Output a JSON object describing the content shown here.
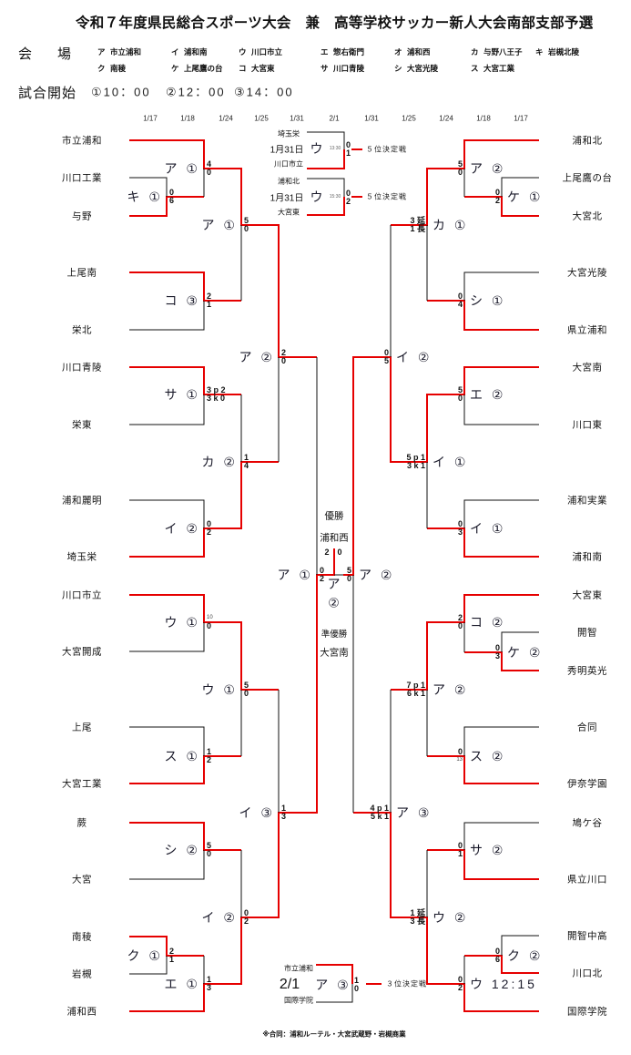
{
  "title": "令和７年度県民総合スポーツ大会　兼　高等学校サッカー新人大会南部支部予選",
  "venue_label": "会場",
  "venues": [
    {
      "code": "ア",
      "name": "市立浦和"
    },
    {
      "code": "イ",
      "name": "浦和南"
    },
    {
      "code": "ウ",
      "name": "川口市立"
    },
    {
      "code": "エ",
      "name": "惣右衛門"
    },
    {
      "code": "オ",
      "name": "浦和西"
    },
    {
      "code": "カ",
      "name": "与野八王子"
    },
    {
      "code": "キ",
      "name": "岩槻北陵"
    },
    {
      "code": "ク",
      "name": "南稜"
    },
    {
      "code": "ケ",
      "name": "上尾鷹の台"
    },
    {
      "code": "コ",
      "name": "大宮東"
    },
    {
      "code": "サ",
      "name": "川口青陵"
    },
    {
      "code": "シ",
      "name": "大宮光陵"
    },
    {
      "code": "ス",
      "name": "大宮工業"
    }
  ],
  "start_label": "試合開始",
  "start_times": [
    "①10：00",
    "②12：00",
    "③14：00"
  ],
  "dates": [
    "1/17",
    "1/18",
    "1/24",
    "1/25",
    "1/31",
    "2/1",
    "1/31",
    "1/25",
    "1/24",
    "1/18",
    "1/17"
  ],
  "bracket": {
    "left_teams": [
      "市立浦和",
      "川口工業",
      "与野",
      "上尾南",
      "栄北",
      "川口青陵",
      "栄東",
      "浦和麗明",
      "埼玉栄",
      "川口市立",
      "大宮開成",
      "上尾",
      "大宮工業",
      "蕨",
      "大宮",
      "南稜",
      "岩槻",
      "浦和西"
    ],
    "right_teams": [
      "浦和北",
      "上尾鷹の台",
      "大宮北",
      "大宮光陵",
      "県立浦和",
      "大宮南",
      "川口東",
      "浦和実業",
      "浦和南",
      "大宮東",
      "開智",
      "秀明英光",
      "合同",
      "伊奈学園",
      "鳩ケ谷",
      "県立川口",
      "開智中高",
      "川口北",
      "国際学院"
    ],
    "left_matches": [
      {
        "label": "キ ①",
        "score_top": "0",
        "score_bottom": "6"
      },
      {
        "label": "ア ①",
        "score_top": "4",
        "score_bottom": "0"
      },
      {
        "label": "コ ③",
        "score_top": "2",
        "score_bottom": "1"
      },
      {
        "label": "ア ①",
        "score_top": "5",
        "score_bottom": "0"
      },
      {
        "label": "サ ①",
        "score_top": "3 p 2",
        "score_bottom": "3 k 0"
      },
      {
        "label": "イ ②",
        "score_top": "0",
        "score_bottom": "2"
      },
      {
        "label": "カ ②",
        "score_top": "1",
        "score_bottom": "4"
      },
      {
        "label": "ア ②",
        "score_top": "2",
        "score_bottom": "0"
      },
      {
        "label": "ウ ①",
        "score_top": "10",
        "score_bottom": "0"
      },
      {
        "label": "ス ①",
        "score_top": "1",
        "score_bottom": "2"
      },
      {
        "label": "ウ ①",
        "score_top": "5",
        "score_bottom": "0"
      },
      {
        "label": "シ ②",
        "score_top": "5",
        "score_bottom": "0"
      },
      {
        "label": "ク ①",
        "score_top": "2",
        "score_bottom": "1"
      },
      {
        "label": "エ ①",
        "score_top": "1",
        "score_bottom": "3"
      },
      {
        "label": "イ ②",
        "score_top": "0",
        "score_bottom": "2"
      },
      {
        "label": "イ ③",
        "score_top": "1",
        "score_bottom": "3"
      },
      {
        "label": "ア ①",
        "score_top": "0",
        "score_bottom": "2"
      }
    ],
    "right_matches": [
      {
        "label": "ケ ①",
        "score_top": "0",
        "score_bottom": "2"
      },
      {
        "label": "ア ②",
        "score_top": "5",
        "score_bottom": "0"
      },
      {
        "label": "シ ①",
        "score_top": "0",
        "score_bottom": "4"
      },
      {
        "label": "カ ①",
        "score_top": "3 延",
        "score_bottom": "1 長"
      },
      {
        "label": "エ ②",
        "score_top": "5",
        "score_bottom": "0"
      },
      {
        "label": "イ ①",
        "score_top": "0",
        "score_bottom": "3"
      },
      {
        "label": "イ ①",
        "score_top": "5 p 1",
        "score_bottom": "3 k 1"
      },
      {
        "label": "イ ②",
        "score_top": "0",
        "score_bottom": "5"
      },
      {
        "label": "ケ ②",
        "score_top": "0",
        "score_bottom": "3"
      },
      {
        "label": "コ ②",
        "score_top": "2",
        "score_bottom": "0"
      },
      {
        "label": "ス ②",
        "score_top": "0",
        "score_bottom": "13"
      },
      {
        "label": "ア ②",
        "score_top": "7 p 1",
        "score_bottom": "6 k 1"
      },
      {
        "label": "サ ②",
        "score_top": "0",
        "score_bottom": "1"
      },
      {
        "label": "ク ②",
        "score_top": "0",
        "score_bottom": "6"
      },
      {
        "label": "ウ 12:15",
        "score_top": "0",
        "score_bottom": "2"
      },
      {
        "label": "ウ ②",
        "score_top": "1 延",
        "score_bottom": "3 長"
      },
      {
        "label": "ア ③",
        "score_top": "4 p 1",
        "score_bottom": "5 k 1"
      },
      {
        "label": "ア ②",
        "score_top": "5",
        "score_bottom": "0"
      }
    ]
  },
  "final": {
    "champion_label": "優勝",
    "champion": "浦和西",
    "score_left": "2",
    "score_right": "0",
    "venue": "ア",
    "slot": "②",
    "runner_up_label": "準優勝",
    "runner_up": "大宮南"
  },
  "fifth_place": [
    {
      "top_team": "埼玉栄",
      "date": "1月31日",
      "bottom_team": "川口市立",
      "venue": "ウ",
      "time": "13:30",
      "score_top": "0",
      "score_bottom": "1",
      "label": "５位決定戦"
    },
    {
      "top_team": "浦和北",
      "date": "1月31日",
      "bottom_team": "大宮東",
      "venue": "ウ",
      "time": "15:30",
      "score_top": "0",
      "score_bottom": "2",
      "label": "５位決定戦"
    }
  ],
  "third_place": {
    "top_team": "市立浦和",
    "date": "2/1",
    "bottom_team": "国際学院",
    "venue": "ア ③",
    "score_top": "1",
    "score_bottom": "0",
    "label": "３位決定戦"
  },
  "footnote": "※合同：浦和ルーテル・大宮武蔵野・岩槻商業",
  "colors": {
    "winner_line": "#e60000",
    "line": "#111111"
  }
}
